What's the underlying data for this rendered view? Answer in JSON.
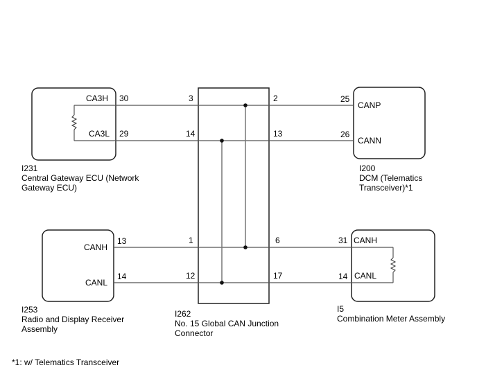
{
  "components": {
    "gateway": {
      "code": "I231",
      "name_line1": "Central Gateway ECU (Network",
      "name_line2": "Gateway ECU)",
      "pins": [
        {
          "signal": "CA3H",
          "pin": "30"
        },
        {
          "signal": "CA3L",
          "pin": "29"
        }
      ],
      "has_terminator": true
    },
    "dcm": {
      "code": "I200",
      "name_line1": "DCM (Telematics",
      "name_line2": "Transceiver)*1",
      "pins": [
        {
          "signal": "CANP",
          "pin": "25"
        },
        {
          "signal": "CANN",
          "pin": "26"
        }
      ]
    },
    "radio": {
      "code": "I253",
      "name_line1": "Radio and Display Receiver",
      "name_line2": "Assembly",
      "pins": [
        {
          "signal": "CANH",
          "pin": "13"
        },
        {
          "signal": "CANL",
          "pin": "14"
        }
      ]
    },
    "meter": {
      "code": "I5",
      "name_line1": "Combination Meter Assembly",
      "pins": [
        {
          "signal": "CANH",
          "pin": "31"
        },
        {
          "signal": "CANL",
          "pin": "14"
        }
      ],
      "has_terminator": true
    },
    "junction": {
      "code": "I262",
      "name_line1": "No. 15 Global CAN Junction",
      "name_line2": "Connector",
      "pins_left_top": [
        "3",
        "14"
      ],
      "pins_right_top": [
        "2",
        "13"
      ],
      "pins_left_bottom": [
        "1",
        "12"
      ],
      "pins_right_bottom": [
        "6",
        "17"
      ]
    }
  },
  "footnote": "*1: w/ Telematics Transceiver"
}
